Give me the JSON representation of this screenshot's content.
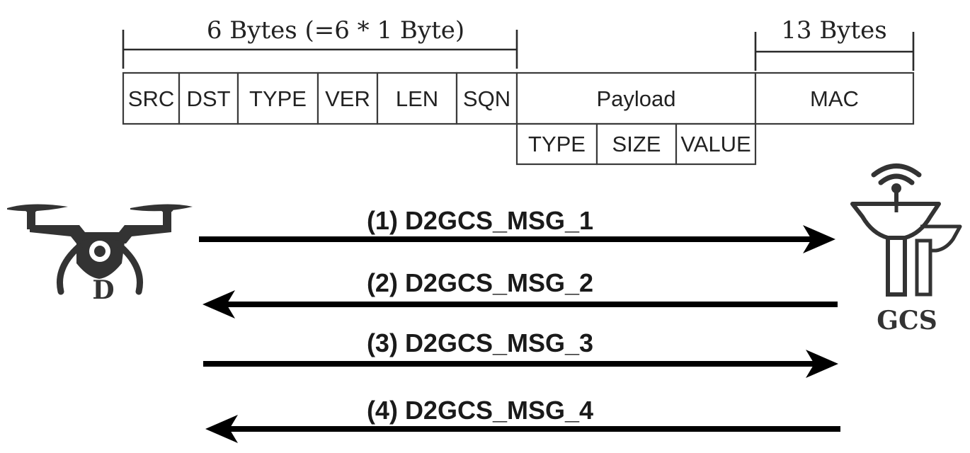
{
  "colors": {
    "ink": "#000000",
    "icon": "#333333",
    "cell_border": "#3a3a3a"
  },
  "packet": {
    "header_brace_label": "6 Bytes  (=6 * 1 Byte)",
    "mac_brace_label": "13 Bytes",
    "header_fields": [
      "SRC",
      "DST",
      "TYPE",
      "VER",
      "LEN",
      "SQN"
    ],
    "payload_label": "Payload",
    "payload_subfields": [
      "TYPE",
      "SIZE",
      "VALUE"
    ],
    "mac_label": "MAC"
  },
  "nodes": {
    "drone": {
      "label": "D",
      "icon": "drone-icon"
    },
    "gcs": {
      "label": "GCS",
      "icon": "ground-station-antenna-icon"
    }
  },
  "messages": [
    {
      "label": "(1) D2GCS_MSG_1",
      "direction": "right"
    },
    {
      "label": "(2) D2GCS_MSG_2",
      "direction": "left"
    },
    {
      "label": "(3) D2GCS_MSG_3",
      "direction": "right"
    },
    {
      "label": "(4) D2GCS_MSG_4",
      "direction": "left"
    }
  ]
}
